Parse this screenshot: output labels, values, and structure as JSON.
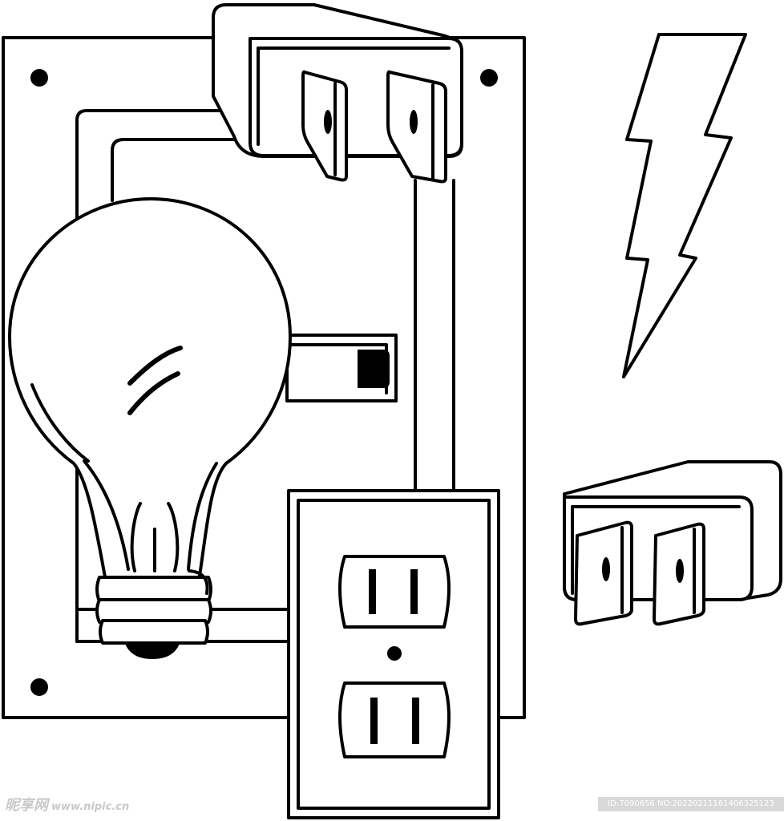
{
  "watermark": {
    "site_name": "昵享网",
    "site_url": "www.nipic.cn",
    "image_info": "ID:7090656 NO:20220211161406325123"
  },
  "icons": [
    "wall-plate",
    "light-switch",
    "light-bulb",
    "power-outlet",
    "electric-plug",
    "lightning-bolt"
  ],
  "colors": {
    "line": "#000000",
    "background": "#ffffff",
    "watermark": "#c9c9c9"
  }
}
